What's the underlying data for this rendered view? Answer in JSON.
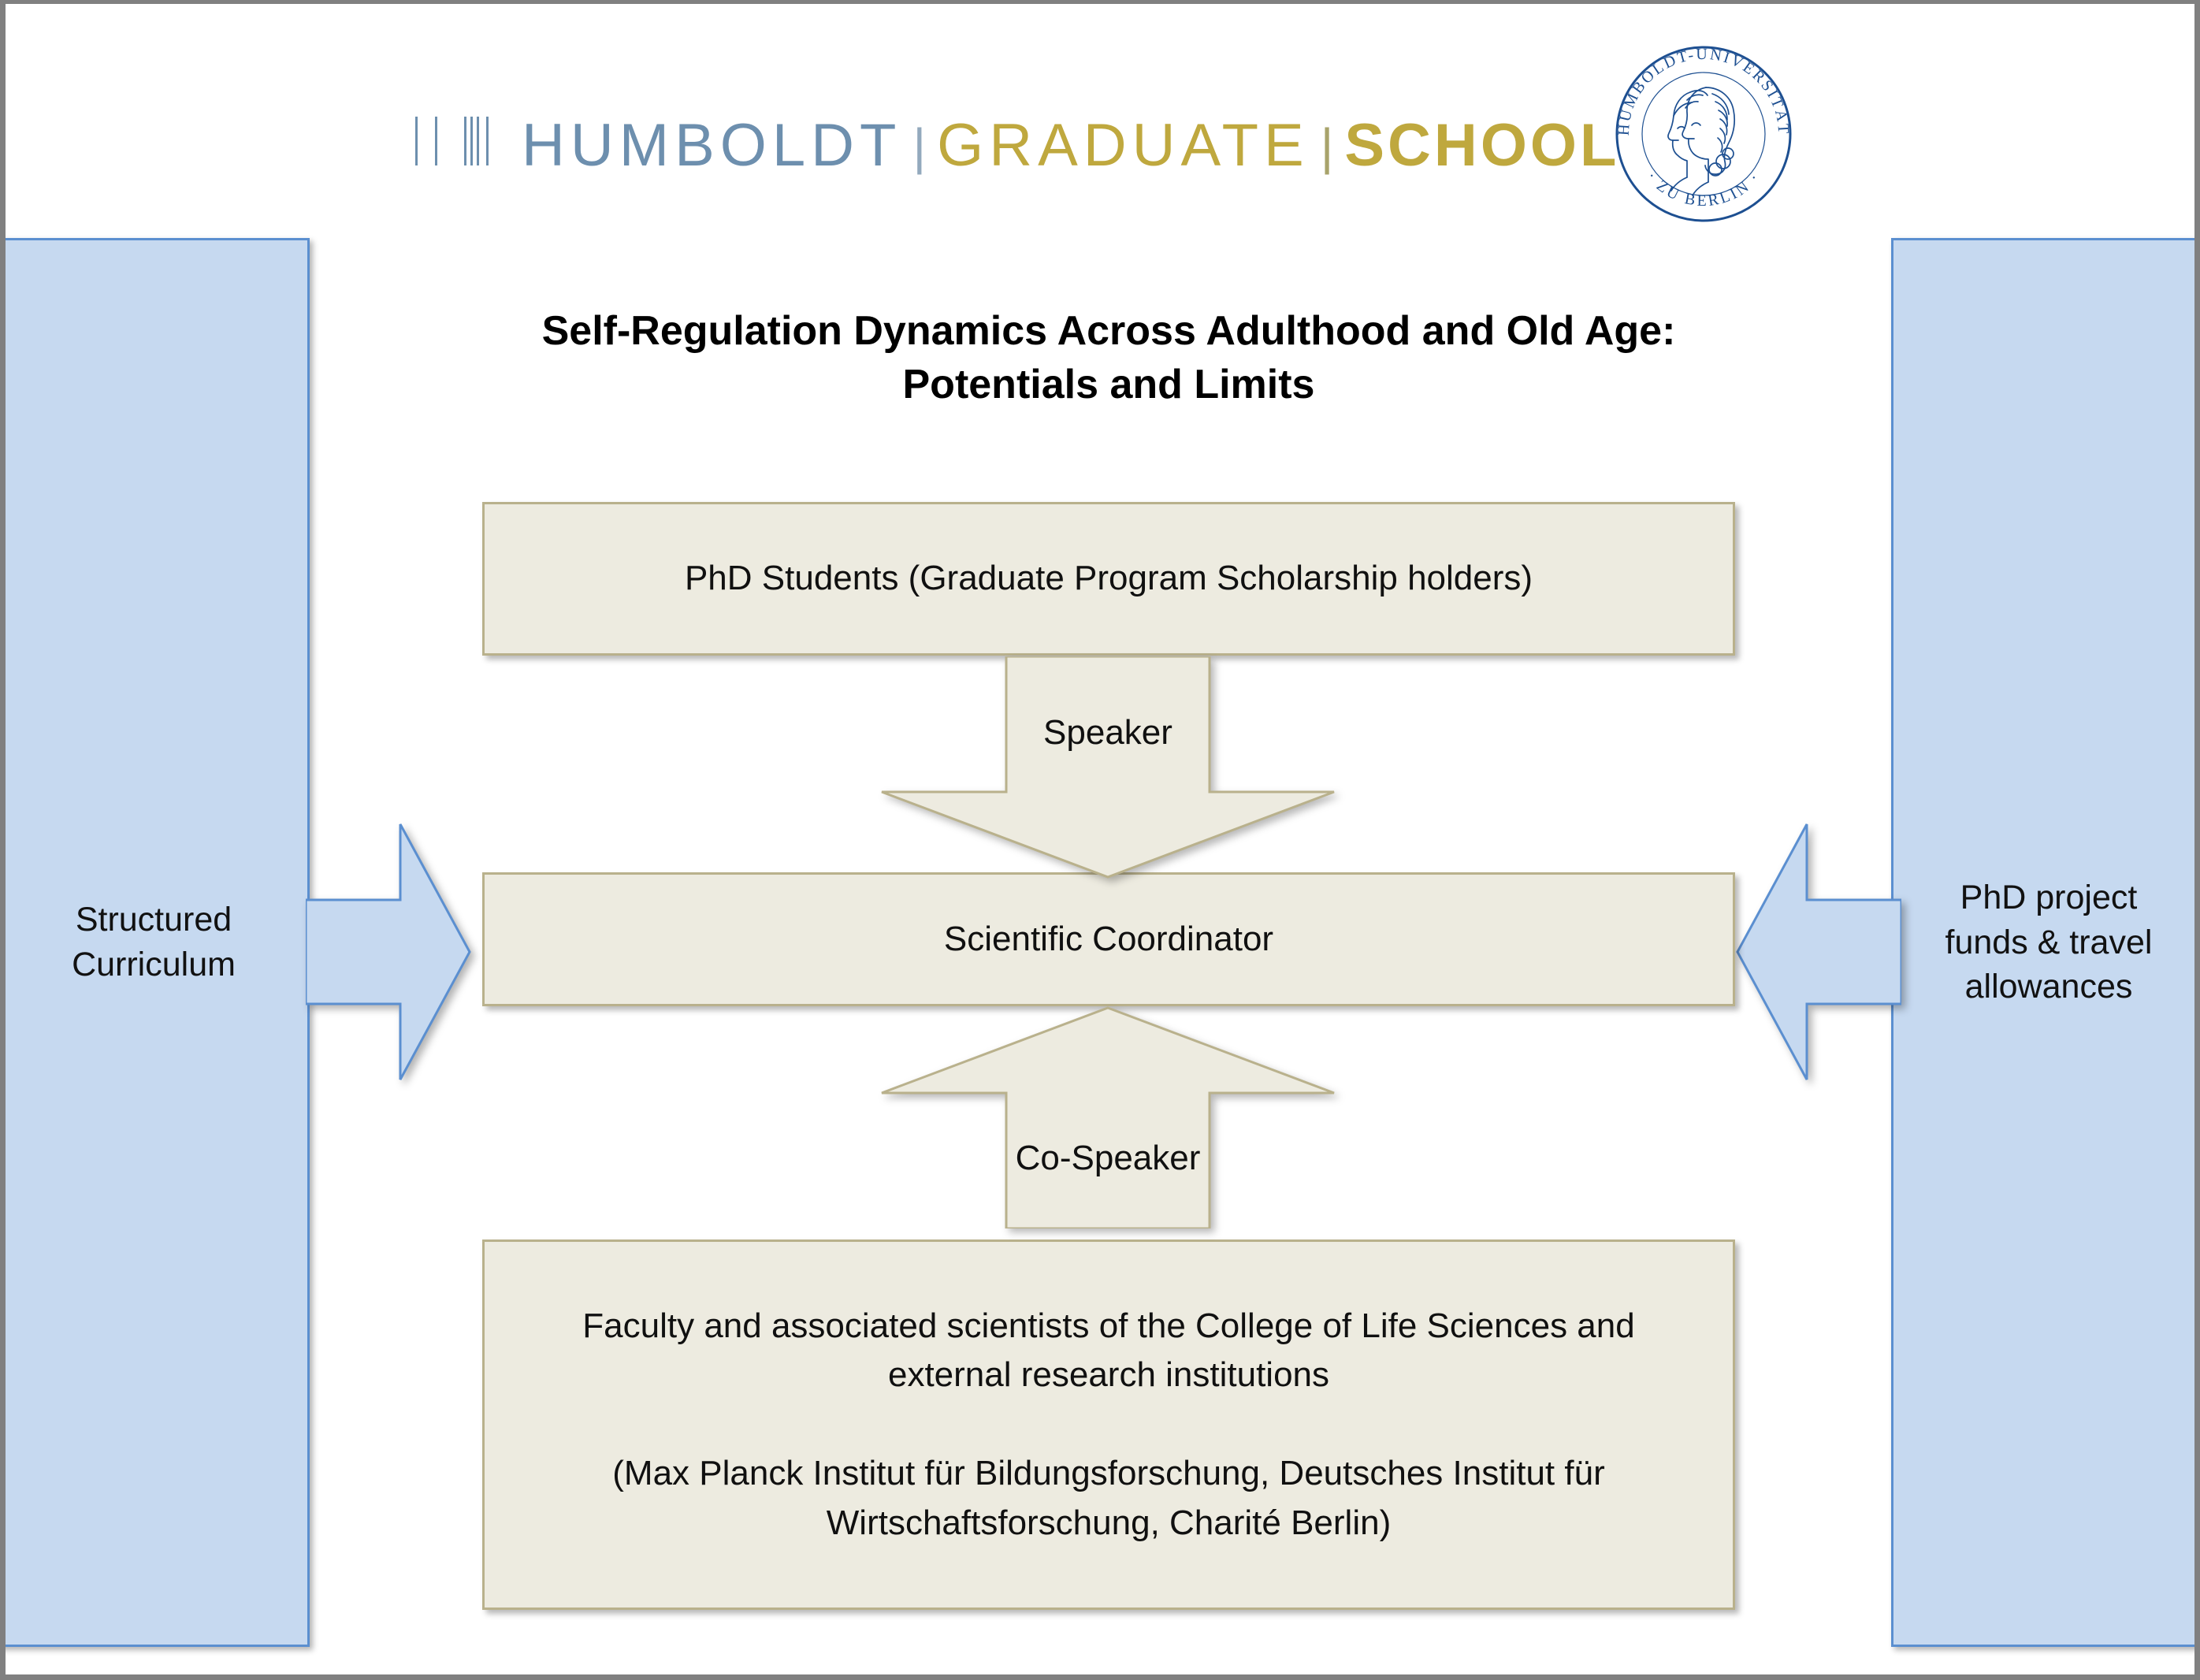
{
  "header": {
    "brand_humboldt": "HUMBOLDT",
    "brand_graduate": "GRADUATE",
    "brand_school": "SCHOOL",
    "separator": "|",
    "seal_text_top": "HUMBOLDT-UNIVERSITÄT",
    "seal_text_bottom": "ZU BERLIN"
  },
  "slide": {
    "title": "Self-Regulation Dynamics Across Adulthood and Old Age:\nPotentials and Limits"
  },
  "boxes": {
    "students": "PhD Students (Graduate Program Scholarship holders)",
    "coordinator": "Scientific Coordinator",
    "faculty": "Faculty and associated scientists of the College of Life Sciences and external research institutions\n\n(Max Planck Institut für Bildungsforschung, Deutsches Institut für Wirtschaftsforschung, Charité Berlin)"
  },
  "arrows": {
    "speaker": "Speaker",
    "co_speaker": "Co-Speaker"
  },
  "panels": {
    "left": "Structured\nCurriculum",
    "right": "PhD project\nfunds & travel\nallowances"
  },
  "colors": {
    "panel_fill": "#c6d9f0",
    "panel_border": "#5b8fd0",
    "box_fill": "#edebe0",
    "box_border": "#b9b18c",
    "brand_blue": "#6d8fae",
    "brand_gold": "#bfa83e",
    "seal_blue": "#1d4f91",
    "slide_background": "#ffffff",
    "outer_background": "#808080"
  }
}
